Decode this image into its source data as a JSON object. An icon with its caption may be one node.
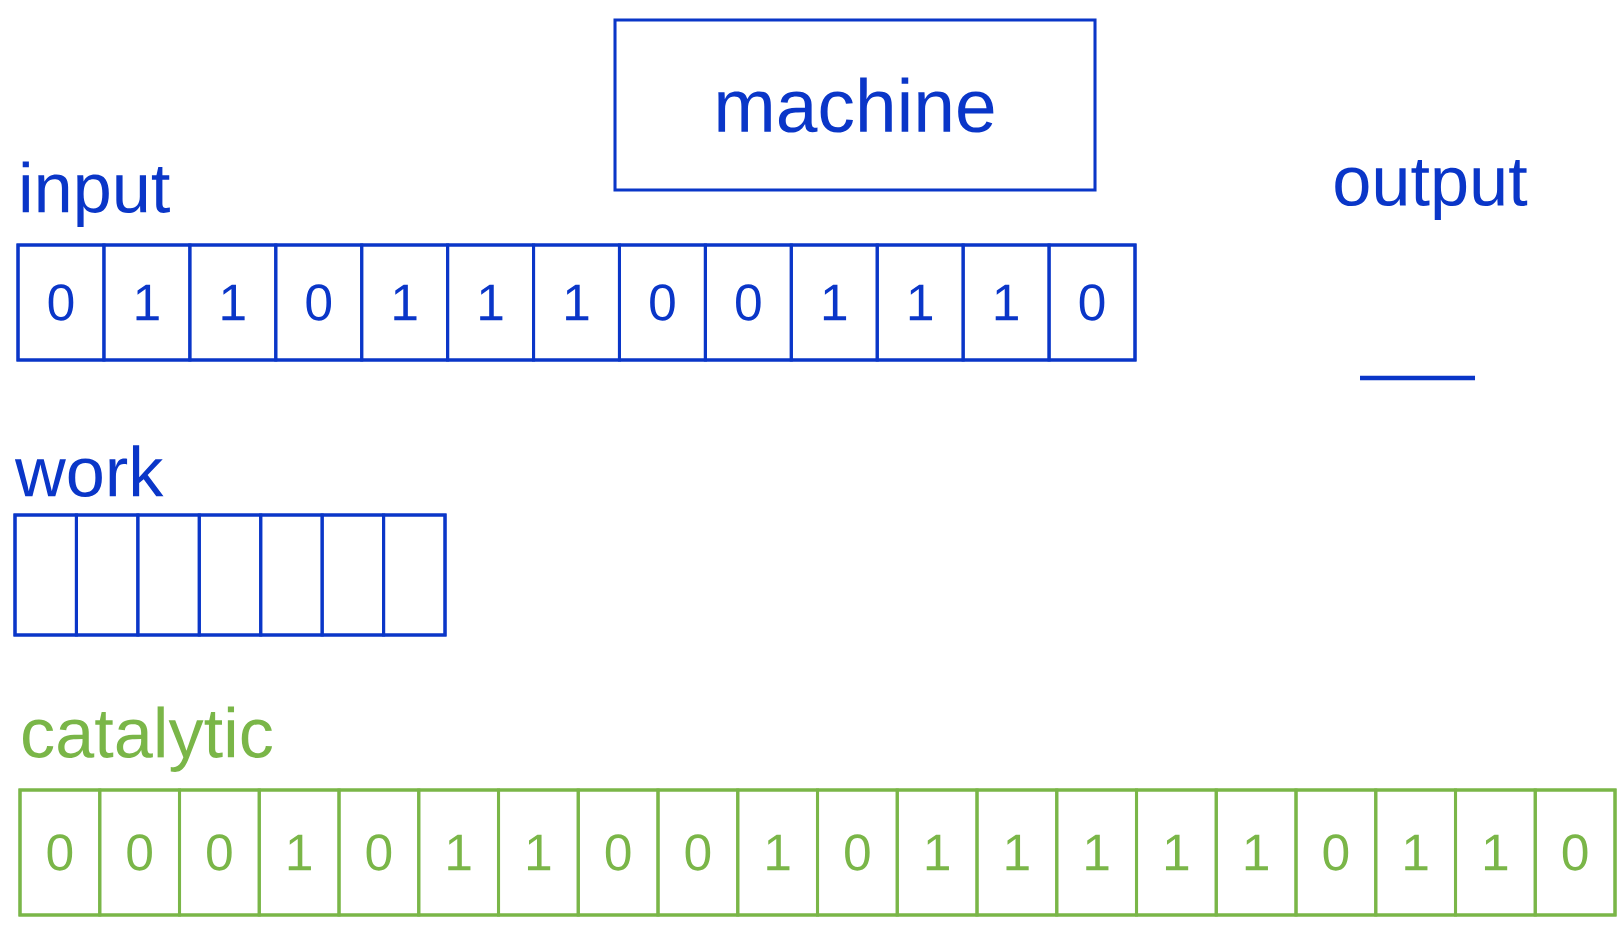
{
  "diagram": {
    "nodes": [
      {
        "text": [
          "machine"
        ]
      },
      {
        "text": [
          "input"
        ]
      },
      {
        "text": [
          "0"
        ],
        "in": 1
      },
      {
        "text": [
          "1"
        ],
        "in": 1
      },
      {
        "text": [
          "1"
        ],
        "in": 1
      },
      {
        "text": [
          "0"
        ],
        "in": 1
      },
      {
        "text": [
          "1"
        ],
        "in": 1
      },
      {
        "text": [
          "1"
        ],
        "in": 1
      },
      {
        "text": [
          "1"
        ],
        "in": 1
      },
      {
        "text": [
          "0"
        ],
        "in": 1
      },
      {
        "text": [
          "0"
        ],
        "in": 1
      },
      {
        "text": [
          "1"
        ],
        "in": 1
      },
      {
        "text": [
          "1"
        ],
        "in": 1
      },
      {
        "text": [
          "1"
        ],
        "in": 1
      },
      {
        "text": [
          "0"
        ],
        "in": 1
      },
      {
        "text": [
          "work"
        ]
      },
      {
        "text": [],
        "shape": "box",
        "in": 15
      },
      {
        "text": [],
        "shape": "box",
        "in": 15
      },
      {
        "text": [],
        "shape": "box",
        "in": 15
      },
      {
        "text": [],
        "shape": "box",
        "in": 15
      },
      {
        "text": [],
        "shape": "box",
        "in": 15
      },
      {
        "text": [],
        "shape": "box",
        "in": 15
      },
      {
        "text": [],
        "shape": "box",
        "in": 15
      },
      {
        "text": [
          "catalytic"
        ]
      },
      {
        "text": [
          "0"
        ],
        "in": 23
      },
      {
        "text": [
          "0"
        ],
        "in": 23
      },
      {
        "text": [
          "0"
        ],
        "in": 23
      },
      {
        "text": [
          "1"
        ],
        "in": 23
      },
      {
        "text": [
          "0"
        ],
        "in": 23
      },
      {
        "text": [
          "1"
        ],
        "in": 23
      },
      {
        "text": [
          "1"
        ],
        "in": 23
      },
      {
        "text": [
          "0"
        ],
        "in": 23
      },
      {
        "text": [
          "0"
        ],
        "in": 23
      },
      {
        "text": [
          "1"
        ],
        "in": 23
      },
      {
        "text": [
          "0"
        ],
        "in": 23
      },
      {
        "text": [
          "1"
        ],
        "in": 23
      },
      {
        "text": [
          "1"
        ],
        "in": 23
      },
      {
        "text": [
          "1"
        ],
        "in": 23
      },
      {
        "text": [
          "1"
        ],
        "in": 23
      },
      {
        "text": [
          "1"
        ],
        "in": 23
      },
      {
        "text": [
          "0"
        ],
        "in": 23
      },
      {
        "text": [
          "1"
        ],
        "in": 23
      },
      {
        "text": [
          "1"
        ],
        "in": 23
      },
      {
        "text": [
          "0"
        ],
        "in": 23
      }
    ],
    "labels": [
      "output"
    ]
  }
}
